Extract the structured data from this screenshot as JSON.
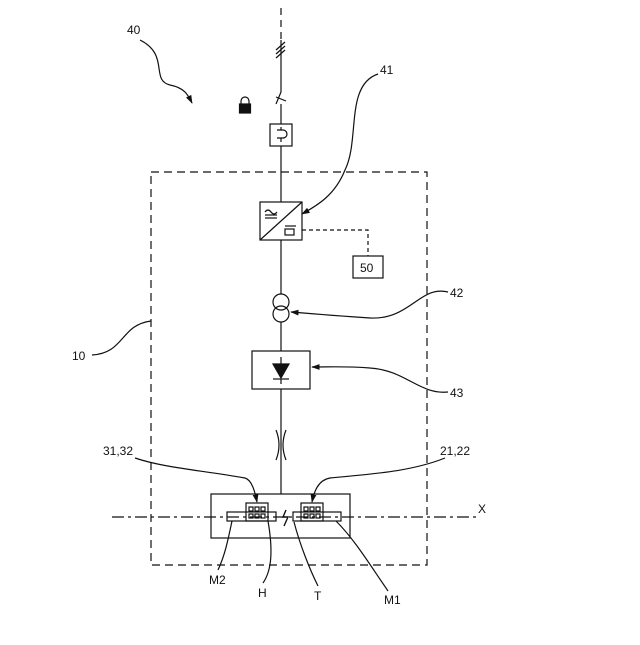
{
  "labels": {
    "system": "40",
    "inverter": "41",
    "transformer": "42",
    "rectifier": "43",
    "controller": "50",
    "enclosure": "10",
    "inductor_ref": "31,32",
    "workpiece_ref": "21,22",
    "axis": "X",
    "m2": "M2",
    "h": "H",
    "t": "T",
    "m1": "M1"
  },
  "colors": {
    "line": "#111111",
    "background": "#ffffff"
  },
  "icons": [
    "padlock-icon",
    "switch-icon",
    "breaker-icon",
    "inverter-icon",
    "transformer-icon",
    "diode-icon",
    "sliding-contact-icon",
    "spark-icon"
  ]
}
